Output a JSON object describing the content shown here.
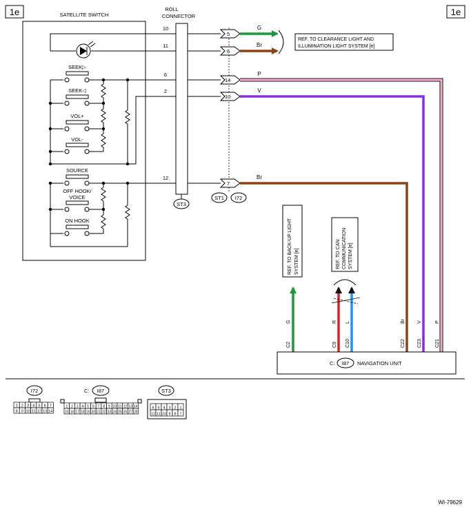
{
  "tags": {
    "left": "1e",
    "right": "1e"
  },
  "figure_id": "WI-79629",
  "satellite_switch": {
    "title": "SATELLITE SWITCH",
    "switches": [
      "SEEK▷",
      "SEEK◁",
      "VOL+",
      "VOL-",
      "SOURCE",
      "OFF HOOK/",
      "VOICE",
      "ON HOOK"
    ]
  },
  "roll_connector": {
    "title_line1": "ROLL",
    "title_line2": "CONNECTOR",
    "connector_id": "ST3"
  },
  "wire_numbers": [
    "10",
    "11",
    "6",
    "2",
    "12"
  ],
  "terminals": [
    "5",
    "6",
    "14",
    "10",
    "7"
  ],
  "wire_colors": {
    "green": "#1a9a3a",
    "brown": "#8b4513",
    "pink": "#f4a8d0",
    "violet": "#8a2be2",
    "red": "#e02020",
    "blue": "#1e90ff"
  },
  "wire_labels": {
    "g_top": "G",
    "br_top": "Br",
    "p_top": "P",
    "v_top": "V",
    "br_mid": "Br"
  },
  "ref_clearance": {
    "line1": "REF. TO CLEARANCE LIGHT AND",
    "line2": "ILLUMINATION LIGHT SYSTEM  [e]"
  },
  "connector_labels": {
    "st1": "ST1",
    "i72": "I72"
  },
  "ref_backup": {
    "line1": "REF. TO BACK-UP LIGHT",
    "line2": "SYSTEM [e]"
  },
  "ref_can": {
    "line1": "REF. TO CAN",
    "line2": "COMMUNICATION",
    "line3": "SYSTEM [e]"
  },
  "vertical_wire_colors": [
    "G",
    "R",
    "L",
    "Br",
    "V",
    "P"
  ],
  "pins": [
    "C2",
    "C9",
    "C10",
    "C22",
    "C23",
    "C21"
  ],
  "navigation_unit": {
    "prefix": "C:",
    "connector": "I87",
    "label": "NAVIGATION UNIT"
  },
  "connector_views": {
    "i72": {
      "label": "I72",
      "top": [
        "1",
        "2",
        "3",
        "4",
        "5",
        "6",
        "7"
      ],
      "bottom": [
        "8",
        "9",
        "10",
        "11",
        "12",
        "13",
        "14"
      ]
    },
    "i87": {
      "prefix": "C:",
      "label": "I87",
      "top": [
        "1",
        "2",
        "3",
        "4",
        "5",
        "6",
        "7",
        "8",
        "9",
        "10",
        "11",
        "12",
        "13",
        "14"
      ],
      "bottom": [
        "15",
        "16",
        "17",
        "18",
        "19",
        "20",
        "21",
        "22",
        "23",
        "24",
        "25",
        "26",
        "27",
        "28"
      ]
    },
    "st3": {
      "label": "ST3",
      "top": [
        "6",
        "5",
        "4",
        "3",
        "2",
        "1"
      ],
      "bottom": [
        "12",
        "11",
        "10",
        "9",
        "8",
        "7"
      ]
    }
  }
}
